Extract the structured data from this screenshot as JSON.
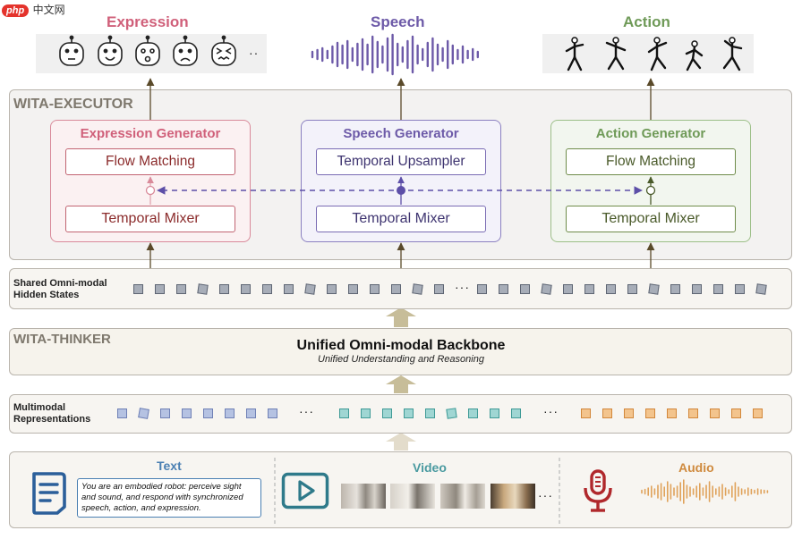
{
  "watermark": "中文网",
  "outputs": {
    "expression": {
      "label": "Expression",
      "color": "#d0607a"
    },
    "speech": {
      "label": "Speech",
      "color": "#6d5aa8"
    },
    "action": {
      "label": "Action",
      "color": "#6f9a58"
    },
    "ellipsis": "··"
  },
  "executor": {
    "title": "WITA-EXECUTOR",
    "expression": {
      "title": "Expression Generator",
      "top": "Flow Matching",
      "bottom": "Temporal Mixer"
    },
    "speech": {
      "title": "Speech Generator",
      "top": "Temporal Upsampler",
      "bottom": "Temporal Mixer"
    },
    "action": {
      "title": "Action Generator",
      "top": "Flow Matching",
      "bottom": "Temporal Mixer"
    }
  },
  "hidden_states": {
    "label": "Shared Omni-modal\nHidden States",
    "ellipsis": "···"
  },
  "thinker": {
    "title": "WITA-THINKER",
    "heading": "Unified Omni-modal Backbone",
    "subheading": "Unified Understanding and Reasoning"
  },
  "multimodal": {
    "label": "Multimodal\nRepresentations",
    "ellipsis": "···"
  },
  "inputs": {
    "text": {
      "label": "Text",
      "prompt": "You are an embodied robot: perceive sight and sound, and respond with synchronized speech, action, and expression."
    },
    "video": {
      "label": "Video",
      "ellipsis": "···"
    },
    "audio": {
      "label": "Audio"
    }
  },
  "colors": {
    "expression": "#d0607a",
    "expression_dark": "#8b2b2b",
    "speech": "#6d5aa8",
    "speech_dark": "#3e3470",
    "action": "#6f9a58",
    "action_dark": "#4a5a2a",
    "video": "#4a9aa0",
    "audio": "#cf8a3e",
    "token_blue": "#8c9dc9",
    "panel_bg": "#f7f5f1",
    "arrow": "#c7bd99"
  }
}
